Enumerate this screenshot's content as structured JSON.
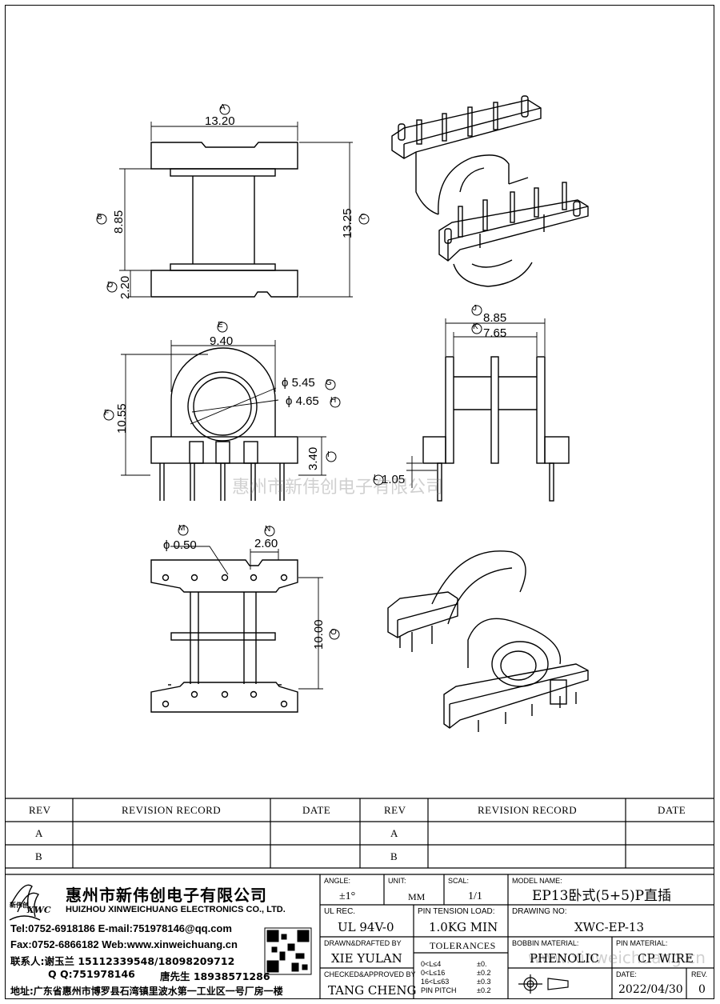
{
  "dimensions": {
    "A": {
      "circle": "A",
      "value": "13.20"
    },
    "B": {
      "circle": "B",
      "value": "8.85"
    },
    "C": {
      "circle": "C",
      "value": "13.25"
    },
    "D": {
      "circle": "D",
      "value": "2.20"
    },
    "E": {
      "circle": "E",
      "value": "9.40"
    },
    "F": {
      "circle": "F",
      "value": "10.55"
    },
    "G": {
      "circle": "G",
      "value": "ϕ 5.45"
    },
    "H": {
      "circle": "H",
      "value": "ϕ 4.65"
    },
    "I": {
      "circle": "I",
      "value": "3.40"
    },
    "J": {
      "circle": "J",
      "value": "8.85"
    },
    "K": {
      "circle": "K",
      "value": "7.65"
    },
    "L": {
      "circle": "L",
      "value": "1.05"
    },
    "M": {
      "circle": "M",
      "value": "ϕ 0.50"
    },
    "N": {
      "circle": "N",
      "value": "2.60"
    },
    "O": {
      "circle": "O",
      "value": "10.00"
    }
  },
  "watermark_center": "惠州市新伟创电子有限公司",
  "watermark_url": "www.xinweichuang.cn",
  "revision_table": {
    "headers": [
      "REV",
      "REVISION RECORD",
      "DATE",
      "REV",
      "REVISION RECORD",
      "DATE"
    ],
    "rows": [
      [
        "A",
        "",
        "",
        "A",
        "",
        ""
      ],
      [
        "B",
        "",
        "",
        "B",
        "",
        ""
      ]
    ]
  },
  "company": {
    "logo_text": "新伟创",
    "logo_abbr": "XWC",
    "name_cn": "惠州市新伟创电子有限公司",
    "name_en": "HUIZHOU XINWEICHUANG ELECTRONICS CO., LTD.",
    "tel_line": "Tel:0752-6918186 E-mail:751978146@qq.com",
    "fax_line": "Fax:0752-6866182 Web:www.xinweichuang.cn",
    "contact1": "联系人:谢玉兰 15112339548/18098209712",
    "qq_line": "Q Q:751978146",
    "contact2": "唐先生 18938571286",
    "address": "地址:广东省惠州市博罗县石湾镇里波水第一工业区一号厂房一楼"
  },
  "title_block": {
    "angle_label": "ANGLE:",
    "angle_value": "±1°",
    "unit_label": "UNIT:",
    "unit_value": "MM",
    "scale_label": "SCAL:",
    "scale_value": "1/1",
    "model_label": "MODEL NAME:",
    "model_value": "EP13卧式(5+5)P直插",
    "ul_label": "UL REC.",
    "ul_value": "UL 94V-0",
    "pin_tension_label": "PIN TENSION LOAD:",
    "pin_tension_value": "1.0KG MIN",
    "drawing_no_label": "DRAWING NO:",
    "drawing_no_value": "XWC-EP-13",
    "drawn_label": "DRAWN&DRAFTED BY",
    "drawn_value": "XIE YULAN",
    "tolerances_label": "TOLERANCES",
    "tol_rows": [
      {
        "range": "0<L≤4",
        "tol": "±0."
      },
      {
        "range": "0<L≤16",
        "tol": "±0.2"
      },
      {
        "range": "16<L≤63",
        "tol": "±0.3"
      },
      {
        "range": "PIN PITCH",
        "tol": "±0.2"
      }
    ],
    "bobbin_label": "BOBBIN MATERIAL:",
    "bobbin_value": "PHENOLIC",
    "pin_mat_label": "PIN MATERIAL:",
    "pin_mat_value": "CP WIRE",
    "checked_label": "CHECKED&APPROVED BY",
    "checked_value": "TANG CHENG",
    "date_label": "DATE:",
    "date_value": "2022/04/30",
    "rev_label": "REV.",
    "rev_value": "0"
  }
}
